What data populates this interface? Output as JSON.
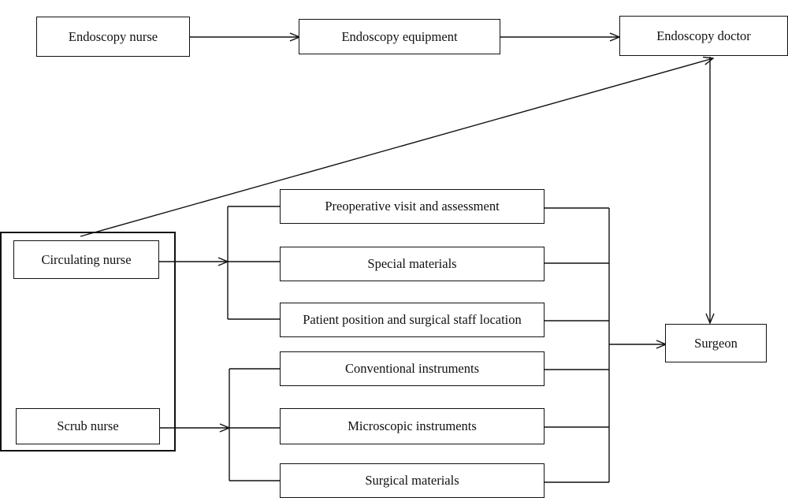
{
  "diagram": {
    "top_row": {
      "endoscopy_nurse": "Endoscopy nurse",
      "endoscopy_equipment": "Endoscopy equipment",
      "endoscopy_doctor": "Endoscopy doctor"
    },
    "nurses": {
      "circulating_nurse": "Circulating nurse",
      "scrub_nurse": "Scrub nurse"
    },
    "circulating_tasks": [
      "Preoperative visit and assessment",
      "Special materials",
      "Patient position and surgical staff location"
    ],
    "scrub_tasks": [
      "Conventional instruments",
      "Microscopic instruments",
      "Surgical materials"
    ],
    "target": {
      "surgeon": "Surgeon"
    }
  }
}
